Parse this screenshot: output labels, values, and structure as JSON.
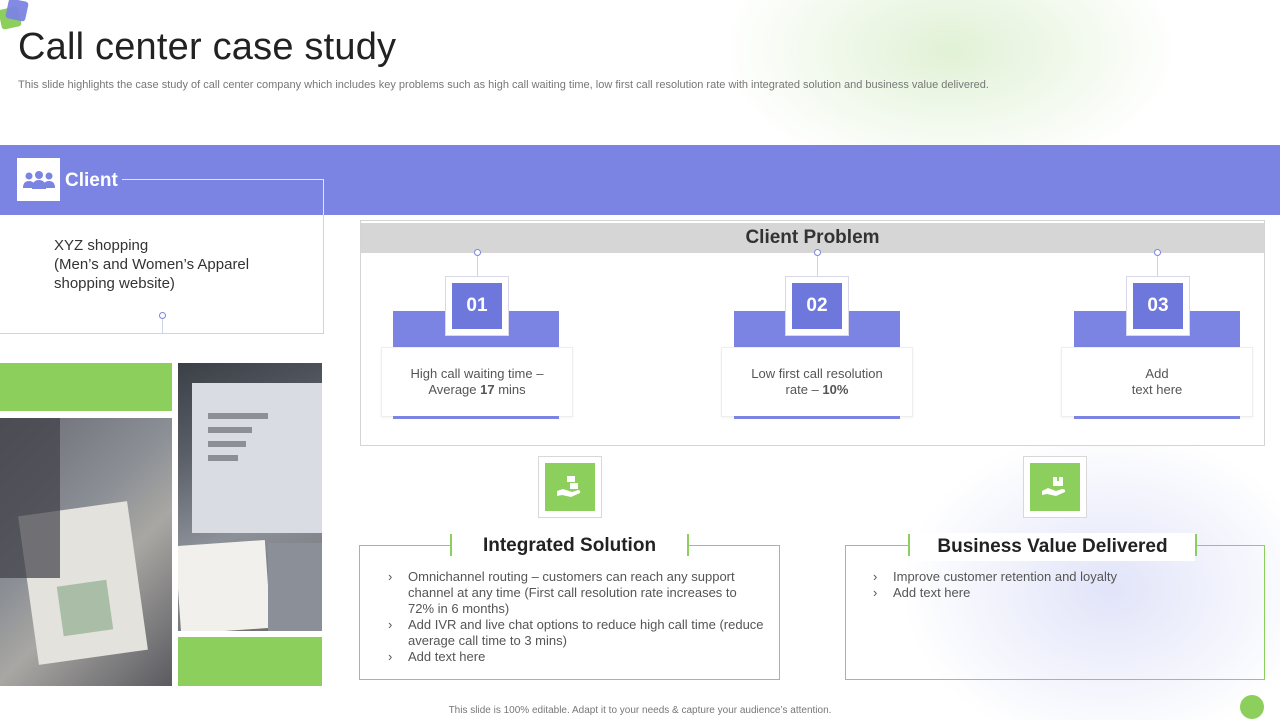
{
  "slide": {
    "title": "Call center case study",
    "subtitle": "This slide highlights the case study of call center company which includes key problems such as high call waiting time, low first call resolution rate with integrated solution and business value delivered.",
    "footer": "This slide is 100% editable. Adapt it to your needs & capture your audience’s attention."
  },
  "client": {
    "label": "Client",
    "line1": "XYZ shopping",
    "line2": "(Men’s and Women’s Apparel",
    "line3": "shopping website)",
    "icon": "users-icon"
  },
  "client_problem": {
    "title": "Client Problem",
    "items": [
      {
        "number": "01",
        "text_before": "High call waiting time –",
        "text_line2": "Average ",
        "text_bold": "17",
        "text_after": " mins"
      },
      {
        "number": "02",
        "text_before": "Low first call resolution",
        "text_line2": "rate – ",
        "text_bold": "10%",
        "text_after": ""
      },
      {
        "number": "03",
        "text_before": "Add",
        "text_line2": "text here",
        "text_bold": "",
        "text_after": ""
      }
    ]
  },
  "integrated_solution": {
    "title": "Integrated Solution",
    "icon": "hand-money-icon",
    "items": [
      "Omnichannel routing – customers can reach any support channel at any time (First call resolution rate increases to 72% in 6 months)",
      "Add IVR and live chat options to reduce high call time (reduce average  call time to 3 mins)",
      "Add text here"
    ]
  },
  "business_value": {
    "title": "Business Value Delivered",
    "icon": "hand-box-icon",
    "items": [
      "Improve  customer retention and loyalty",
      "Add text here"
    ]
  },
  "colors": {
    "accent_blue": "#7b84e2",
    "accent_green": "#8ccf5c"
  }
}
